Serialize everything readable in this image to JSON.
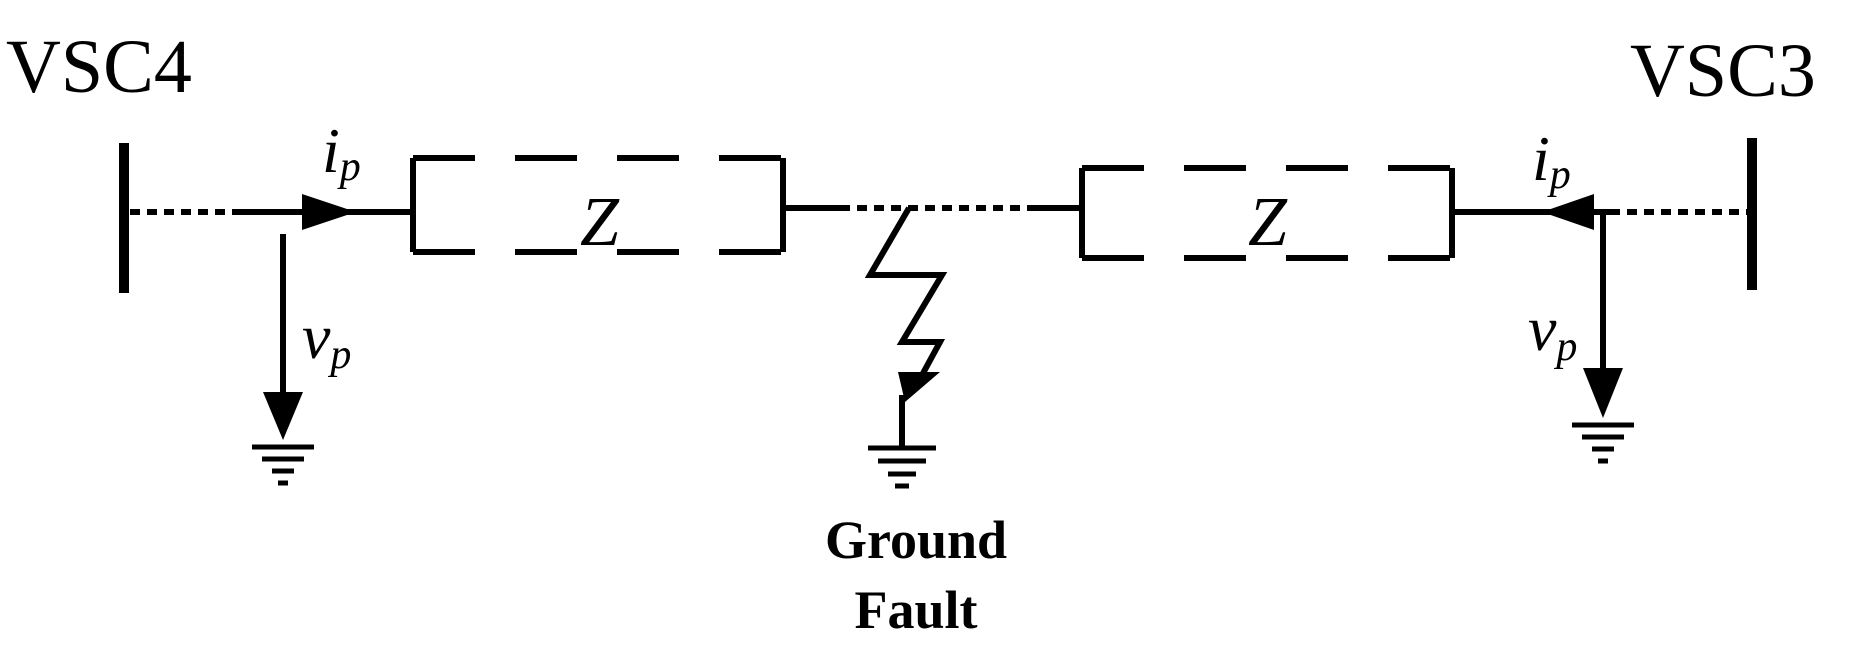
{
  "buses": {
    "left": "VSC4",
    "right": "VSC3"
  },
  "symbols": {
    "current_main": "i",
    "current_sub": "p",
    "voltage_main": "v",
    "voltage_sub": "p",
    "impedance": "Z"
  },
  "fault": {
    "line1": "Ground",
    "line2": "Fault"
  }
}
